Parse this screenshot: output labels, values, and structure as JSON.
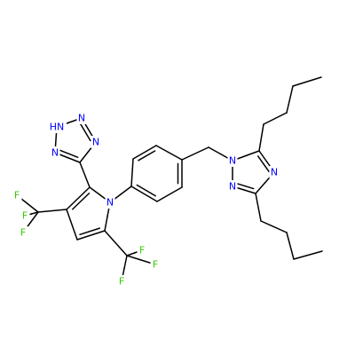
{
  "colors": {
    "carbon_bond": "#000000",
    "nitrogen": "#0000FF",
    "fluorine": "#33CC00",
    "background": "#FFFFFF"
  },
  "atoms": [
    {
      "id": "t_n1",
      "label": "HN",
      "element": "N"
    },
    {
      "id": "t_n2",
      "label": "N",
      "element": "N"
    },
    {
      "id": "t_n3",
      "label": "N",
      "element": "N"
    },
    {
      "id": "t_n4",
      "label": "N",
      "element": "N"
    },
    {
      "id": "p_n",
      "label": "N",
      "element": "N"
    },
    {
      "id": "r_n1",
      "label": "N",
      "element": "N"
    },
    {
      "id": "r_n2",
      "label": "N",
      "element": "N"
    },
    {
      "id": "r_n4",
      "label": "N",
      "element": "N"
    },
    {
      "id": "f1",
      "label": "F",
      "element": "F"
    },
    {
      "id": "f2",
      "label": "F",
      "element": "F"
    },
    {
      "id": "f3",
      "label": "F",
      "element": "F"
    },
    {
      "id": "f4",
      "label": "F",
      "element": "F"
    },
    {
      "id": "f5",
      "label": "F",
      "element": "F"
    },
    {
      "id": "f6",
      "label": "F",
      "element": "F"
    }
  ]
}
